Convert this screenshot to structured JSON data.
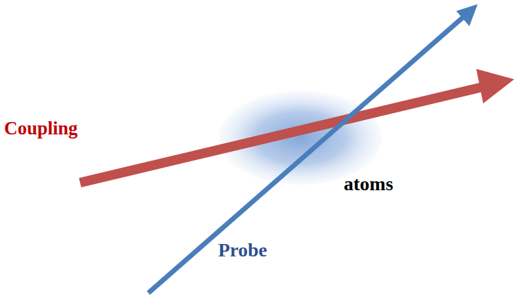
{
  "diagram": {
    "labels": [
      "Coupling",
      "atoms",
      "Probe"
    ]
  }
}
